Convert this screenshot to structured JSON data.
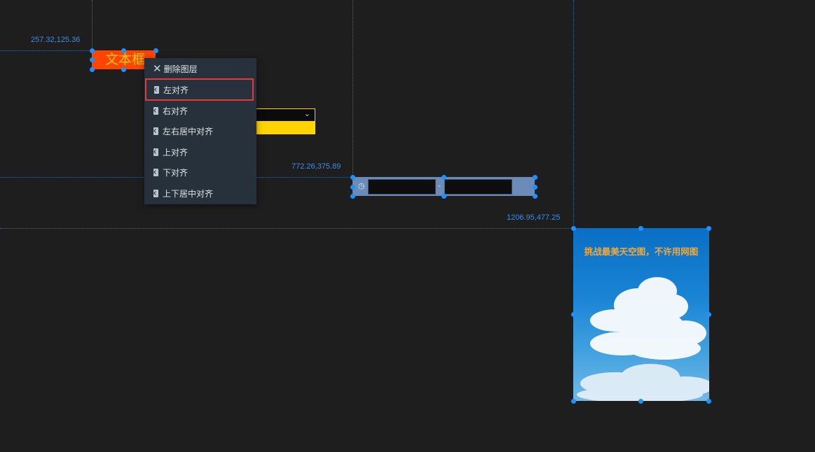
{
  "guides": {
    "coord_textbox": "257.32,125.36",
    "coord_daterange": "772.26,375.89",
    "coord_image": "1206.95,477.25"
  },
  "textbox": {
    "text": "文本框"
  },
  "image_widget": {
    "caption": "挑战最美天空图，不许用网图"
  },
  "context_menu": {
    "items": [
      {
        "label": "删除图层",
        "icon": "close-icon"
      },
      {
        "label": "左对齐",
        "icon": "align-icon"
      },
      {
        "label": "右对齐",
        "icon": "align-icon"
      },
      {
        "label": "左右居中对齐",
        "icon": "align-icon"
      },
      {
        "label": "上对齐",
        "icon": "align-icon"
      },
      {
        "label": "下对齐",
        "icon": "align-icon"
      },
      {
        "label": "上下居中对齐",
        "icon": "align-icon"
      }
    ],
    "highlighted_index": 1
  },
  "colors": {
    "canvas_bg": "#1e1e1e",
    "guide": "#2f6aa8",
    "handle": "#1e90ff",
    "textbox_bg": "#ff4500",
    "textbox_text": "#f0c419",
    "dropdown_accent": "#ffd400",
    "menu_bg": "#26313b",
    "menu_highlight": "#e5383b"
  }
}
